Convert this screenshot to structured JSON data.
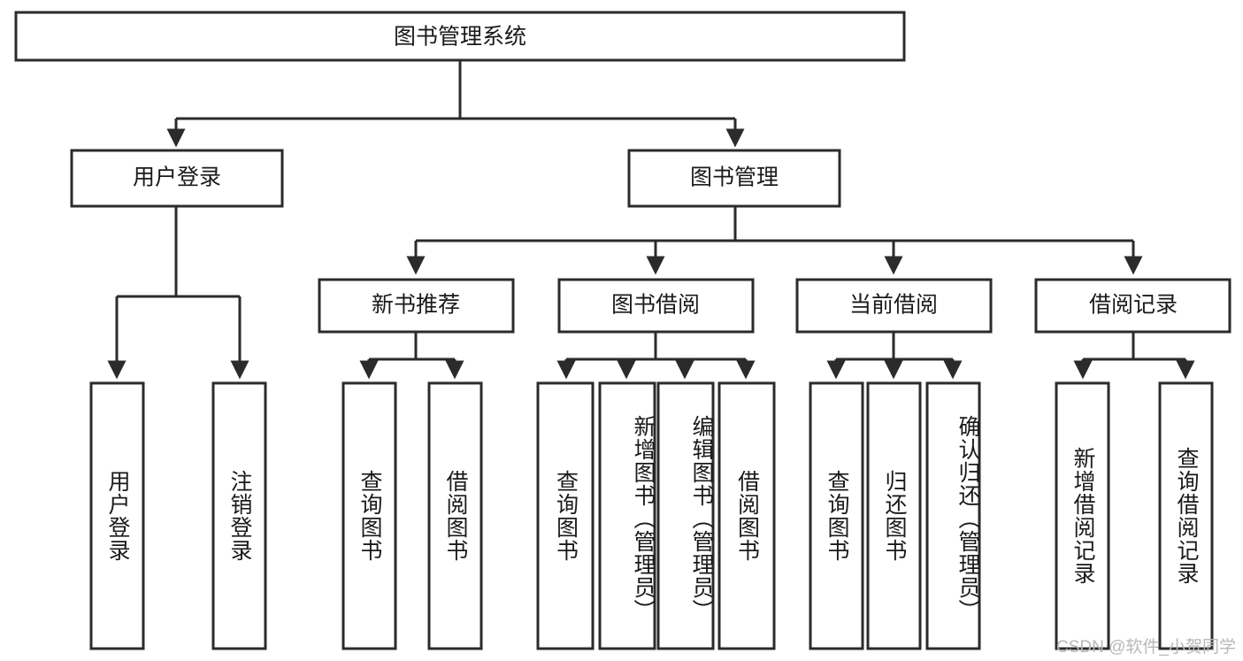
{
  "diagram": {
    "title": "图书管理系统",
    "type": "tree",
    "watermark": "CSDN @软件_小贺同学",
    "colors": {
      "box_stroke": "#2b2b2b",
      "box_fill": "#ffffff",
      "text": "#1a1a1a",
      "watermark": "#b8b8b8",
      "background": "#ffffff"
    },
    "levels": {
      "level0": [
        {
          "id": "root",
          "label": "图书管理系统",
          "orientation": "horizontal"
        }
      ],
      "level1": [
        {
          "id": "user-login",
          "label": "用户登录",
          "orientation": "horizontal"
        },
        {
          "id": "book-management",
          "label": "图书管理",
          "orientation": "horizontal"
        }
      ],
      "level2": [
        {
          "id": "new-book-recommend",
          "label": "新书推荐",
          "orientation": "horizontal"
        },
        {
          "id": "book-borrow",
          "label": "图书借阅",
          "orientation": "horizontal"
        },
        {
          "id": "current-borrow",
          "label": "当前借阅",
          "orientation": "horizontal"
        },
        {
          "id": "borrow-record",
          "label": "借阅记录",
          "orientation": "horizontal"
        }
      ],
      "level3": [
        {
          "id": "leaf-user-login",
          "label": "用户登录",
          "orientation": "vertical",
          "align": "center",
          "parent": "user-login"
        },
        {
          "id": "leaf-logout",
          "label": "注销登录",
          "orientation": "vertical",
          "align": "center",
          "parent": "user-login"
        },
        {
          "id": "leaf-query-book-1",
          "label": "查询图书",
          "orientation": "vertical",
          "align": "center",
          "parent": "new-book-recommend"
        },
        {
          "id": "leaf-borrow-book-1",
          "label": "借阅图书",
          "orientation": "vertical",
          "align": "center",
          "parent": "new-book-recommend"
        },
        {
          "id": "leaf-query-book-2",
          "label": "查询图书",
          "orientation": "vertical",
          "align": "center",
          "parent": "book-borrow"
        },
        {
          "id": "leaf-add-book",
          "label": "新增图书（管理员）",
          "orientation": "vertical",
          "align": "top",
          "parent": "book-borrow"
        },
        {
          "id": "leaf-edit-book",
          "label": "编辑图书（管理员）",
          "orientation": "vertical",
          "align": "top",
          "parent": "book-borrow"
        },
        {
          "id": "leaf-borrow-book-2",
          "label": "借阅图书",
          "orientation": "vertical",
          "align": "center",
          "parent": "book-borrow"
        },
        {
          "id": "leaf-query-book-3",
          "label": "查询图书",
          "orientation": "vertical",
          "align": "center",
          "parent": "current-borrow"
        },
        {
          "id": "leaf-return-book",
          "label": "归还图书",
          "orientation": "vertical",
          "align": "center",
          "parent": "current-borrow"
        },
        {
          "id": "leaf-confirm-return",
          "label": "确认归还（管理员）",
          "orientation": "vertical",
          "align": "top",
          "parent": "current-borrow"
        },
        {
          "id": "leaf-add-record",
          "label": "新增借阅记录",
          "orientation": "vertical",
          "align": "center",
          "parent": "borrow-record"
        },
        {
          "id": "leaf-query-record",
          "label": "查询借阅记录",
          "orientation": "vertical",
          "align": "center",
          "parent": "borrow-record"
        }
      ]
    }
  }
}
